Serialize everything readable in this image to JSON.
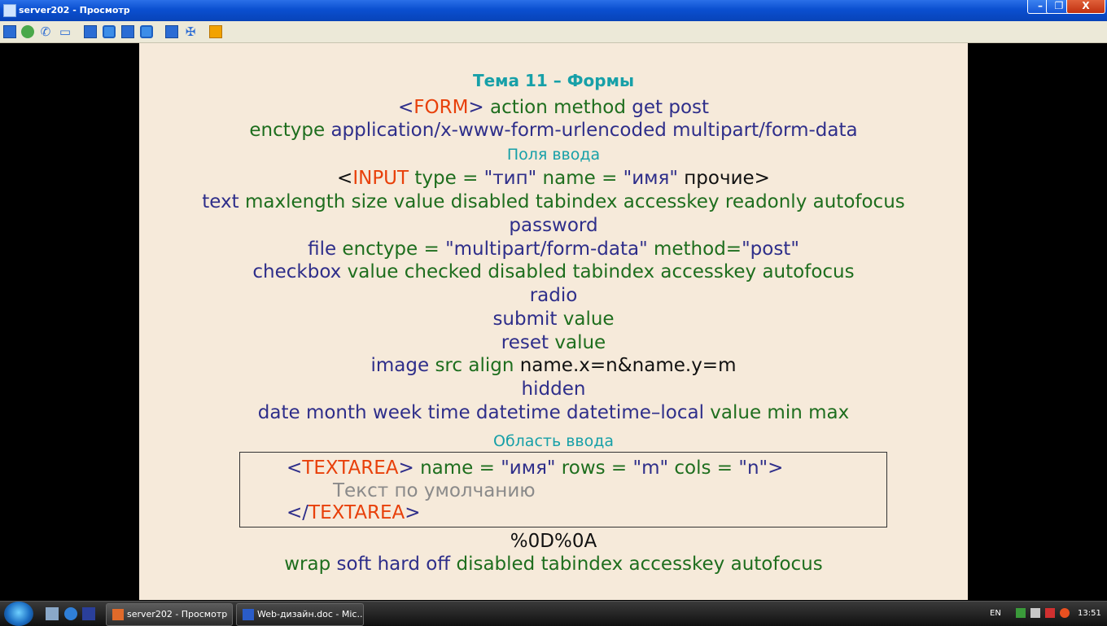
{
  "window": {
    "title": "server202 - Просмотр",
    "minimize_label": "–",
    "maximize_label": "❐",
    "close_label": "X"
  },
  "slide": {
    "heading": "Тема 11 – Формы",
    "form_line": {
      "open": "<",
      "tag": "FORM",
      "close": ">",
      "attrs": "action method",
      "methods": "get  post"
    },
    "enctype_line": {
      "attr": "enctype",
      "values": "application/x-www-form-urlencoded  multipart/form-data"
    },
    "fields_heading": "Поля ввода",
    "input_line": {
      "open": "<",
      "tag": "INPUT",
      "type_attr": "type = ",
      "type_val": "\"тип\"",
      "name_attr": "name = ",
      "name_val": "\"имя\"",
      "rest": "прочие>"
    },
    "text_line": {
      "type": "text",
      "attrs": "maxlength size  value disabled  tabindex accesskey  readonly autofocus"
    },
    "password_line": "password",
    "file_line": {
      "type": "file",
      "enctype_attr": "enctype = ",
      "enctype_val": "\"multipart/form-data\"",
      "method_attr": "method=",
      "method_val": "\"post\""
    },
    "checkbox_line": {
      "type": "checkbox",
      "attrs": "value checked disabled  tabindex  accesskey autofocus"
    },
    "radio_line": "radio",
    "submit_line": {
      "type": "submit",
      "attrs": "value"
    },
    "reset_line": {
      "type": "reset",
      "attrs": "value"
    },
    "image_line": {
      "type": "image",
      "attrs": "src  align",
      "coords": "name.x=n&name.y=m"
    },
    "hidden_line": "hidden",
    "date_line": {
      "types": "date month week time datetime datetime–local",
      "attrs": "value min  max"
    },
    "textarea_heading": "Область ввода",
    "textarea": {
      "open_lt": "<",
      "tag": "TEXTAREA",
      "open_gt": ">",
      "name_attr": "name = ",
      "name_val": "\"имя\"",
      "rows_attr": "rows = ",
      "rows_val": "\"m\"",
      "cols_attr": "cols = ",
      "cols_val": "\"n\"",
      "tail": ">",
      "default_text": "Текст по умолчанию",
      "close_open": "</",
      "close_tag": "TEXTAREA",
      "close_gt": ">"
    },
    "newline_code": "%0D%0A",
    "wrap_line": {
      "wrap": "wrap",
      "values": "soft  hard  off",
      "attrs": "disabled  tabindex  accesskey  autofocus"
    }
  },
  "taskbar": {
    "tasks": [
      {
        "label": "server202 - Просмотр"
      },
      {
        "label": "Web-дизайн.doc - Mic..."
      }
    ],
    "lang": "EN",
    "clock": "13:51"
  }
}
